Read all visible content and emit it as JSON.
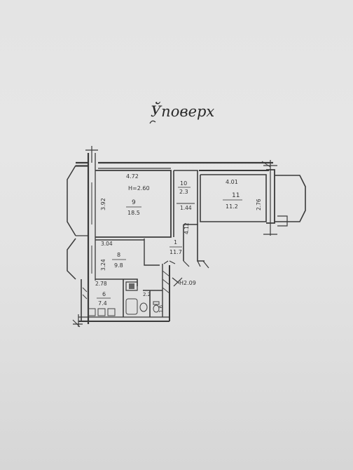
{
  "plan": {
    "title": "Ўповерх",
    "rooms": {
      "r9": {
        "number": "9",
        "area": "18.5"
      },
      "r10": {
        "number": "10",
        "area": "2.3"
      },
      "r11": {
        "number": "11",
        "area": "11.2"
      },
      "r8": {
        "number": "8",
        "area": "9.8"
      },
      "r1": {
        "number": "1",
        "area": "11.7"
      },
      "r6": {
        "number": "6",
        "area": "7.4"
      }
    },
    "dimensions": {
      "r9_width": "4.72",
      "r9_height_mark": "Н=2.60",
      "r9_depth": "3.92",
      "r10_depth": "1.44",
      "r11_width": "4.01",
      "r11_depth": "2.76",
      "corridor_depth": "4.12",
      "r8_width": "3.04",
      "r8_depth": "3.24",
      "hall_mark": "Н2.09",
      "r6_width": "2.78",
      "bath_width": "2.2",
      "wc_width": "1.6"
    }
  }
}
